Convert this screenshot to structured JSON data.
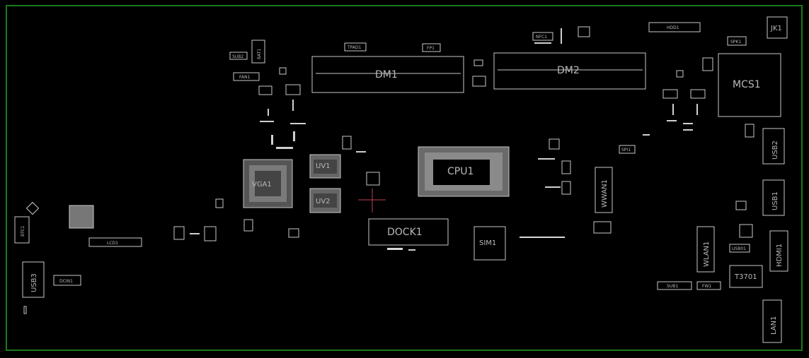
{
  "board": {
    "outline_color": "#1a7a1a",
    "background": "#000000",
    "silkscreen_color": "#c8c8c8",
    "pad_color": "#d9d9d9",
    "marker_color": "#c04050"
  },
  "labels": {
    "hdd1": "HDD1",
    "jk1": "JK1",
    "spk1": "SPK1",
    "mcs1": "MCS1",
    "dm1": "DM1",
    "dm2": "DM2",
    "tpad1": "TPAD1",
    "fp1": "FP1",
    "nfc1": "NFC1",
    "bat1": "BAT1",
    "sub2": "SUB2",
    "fan1": "FAN1",
    "vga1": "VGA1",
    "uv1": "UV1",
    "uv2": "UV2",
    "cpu1": "CPU1",
    "dock1": "DOCK1",
    "sim1": "SIM1",
    "wwan1": "WWAN1",
    "spi1": "SPI1",
    "usb2": "USB2",
    "usb1": "USB1",
    "usb3": "USB3",
    "btc1": "BTC1",
    "lcd1": "LCD1",
    "dcin1": "DCIN1",
    "wlan1": "WLAN1",
    "usb01": "USB01",
    "hdmi1": "HDMI1",
    "t3701": "T3701",
    "sub1": "SUB1",
    "fw1": "FW1",
    "lan1": "LAN1"
  }
}
